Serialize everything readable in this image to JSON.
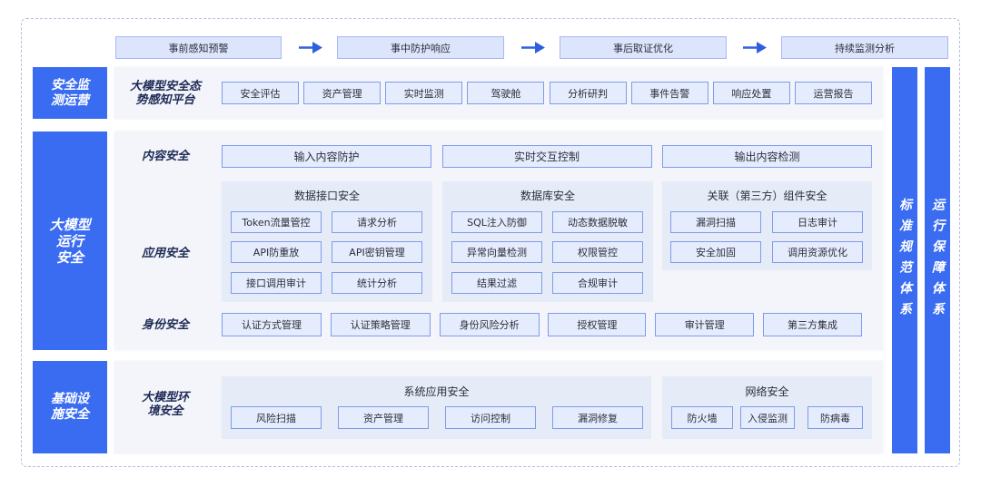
{
  "flow": {
    "steps": [
      "事前感知预警",
      "事中防护响应",
      "事后取证优化",
      "持续监测分析"
    ]
  },
  "layers": {
    "ops": {
      "title": "安全监\n测运营",
      "platform": {
        "label": "大模型安全态\n势感知平台",
        "items": [
          "安全评估",
          "资产管理",
          "实时监测",
          "驾驶舱",
          "分析研判",
          "事件告警",
          "响应处置",
          "运营报告"
        ]
      }
    },
    "runtime": {
      "title": "大模型\n运行\n安全",
      "content": {
        "label": "内容安全",
        "items": [
          "输入内容防护",
          "实时交互控制",
          "输出内容检测"
        ]
      },
      "application": {
        "label": "应用安全",
        "groups": [
          {
            "title": "数据接口安全",
            "items": [
              "Token流量管控",
              "请求分析",
              "API防重放",
              "API密钥管理",
              "接口调用审计",
              "统计分析"
            ]
          },
          {
            "title": "数据库安全",
            "items": [
              "SQL注入防御",
              "动态数据脱敏",
              "异常向量检测",
              "权限管控",
              "结果过滤",
              "合规审计"
            ]
          },
          {
            "title": "关联（第三方）组件安全",
            "items": [
              "漏洞扫描",
              "日志审计",
              "安全加固",
              "调用资源优化"
            ]
          }
        ]
      },
      "identity": {
        "label": "身份安全",
        "items": [
          "认证方式管理",
          "认证策略管理",
          "身份风险分析",
          "授权管理",
          "审计管理",
          "第三方集成"
        ]
      }
    },
    "infra": {
      "title": "基础设\n施安全",
      "environment": {
        "label": "大模型环\n境安全",
        "groups": [
          {
            "title": "系统应用安全",
            "items": [
              "风险扫描",
              "资产管理",
              "访问控制",
              "漏洞修复"
            ]
          },
          {
            "title": "网络安全",
            "items": [
              "防火墙",
              "入侵监测",
              "防病毒"
            ]
          }
        ]
      }
    }
  },
  "side_bars": {
    "standards": "标准规范体系",
    "assurance": "运行保障体系"
  },
  "colors": {
    "accent": "#3a6cf1",
    "label_text": "#1f2b57",
    "item_fill": "#e5ecfd",
    "item_border": "#7f9cec",
    "panel_fill": "#f3f5fa",
    "arrow": "#2f5fe0"
  }
}
